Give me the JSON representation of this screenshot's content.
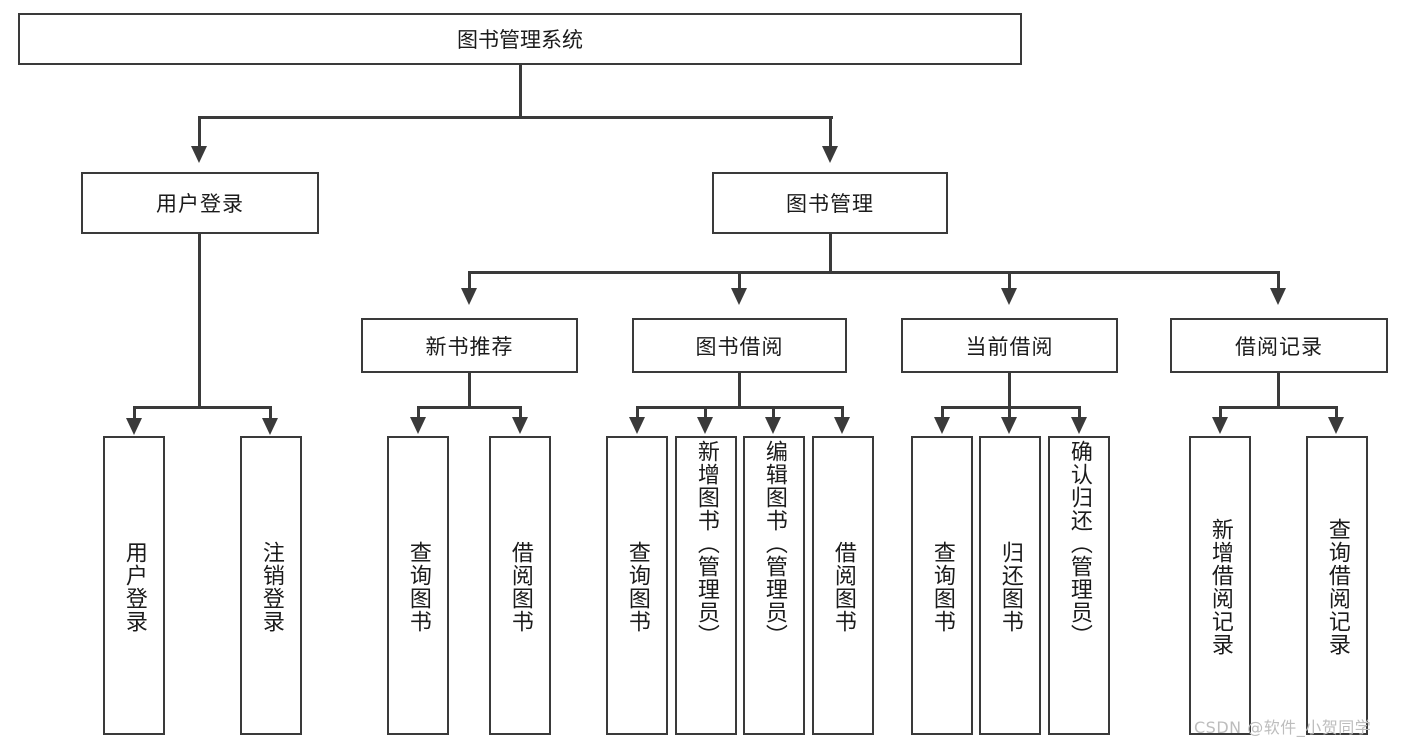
{
  "diagram": {
    "type": "tree",
    "title": "图书管理系统",
    "root": {
      "label": "图书管理系统"
    },
    "level1": [
      {
        "label": "用户登录"
      },
      {
        "label": "图书管理"
      }
    ],
    "level2": [
      {
        "label": "新书推荐"
      },
      {
        "label": "图书借阅"
      },
      {
        "label": "当前借阅"
      },
      {
        "label": "借阅记录"
      }
    ],
    "leaves": {
      "user_login": [
        {
          "label": "用户登录"
        },
        {
          "label": "注销登录"
        }
      ],
      "new_book_recommend": [
        {
          "label": "查询图书"
        },
        {
          "label": "借阅图书"
        }
      ],
      "book_borrow": [
        {
          "label": "查询图书"
        },
        {
          "label": "新增图书（管理员）"
        },
        {
          "label": "编辑图书（管理员）"
        },
        {
          "label": "借阅图书"
        }
      ],
      "current_borrow": [
        {
          "label": "查询图书"
        },
        {
          "label": "归还图书"
        },
        {
          "label": "确认归还（管理员）"
        }
      ],
      "borrow_record": [
        {
          "label": "新增借阅记录"
        },
        {
          "label": "查询借阅记录"
        }
      ]
    }
  },
  "watermark": {
    "text": "CSDN @软件_小贺同学"
  },
  "colors": {
    "stroke": "#3a3a3a",
    "fill": "#ffffff",
    "text": "#1b1b1b",
    "watermark": "#bdbdbd"
  }
}
